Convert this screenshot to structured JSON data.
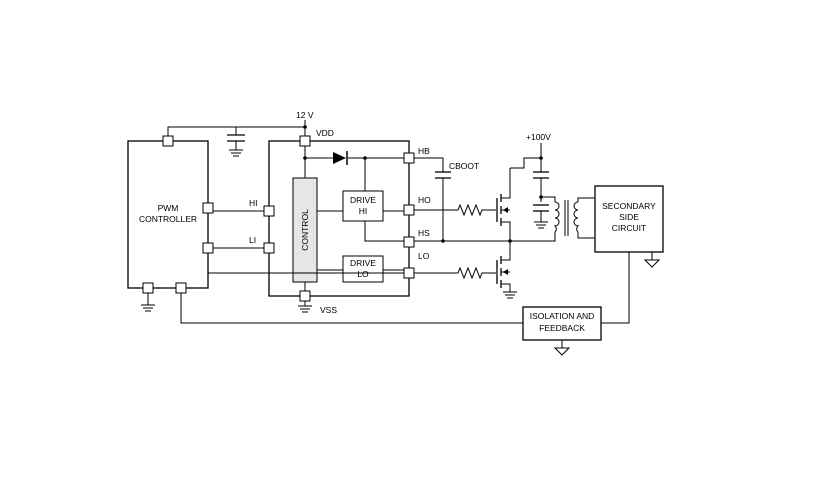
{
  "labels": {
    "supply_12v": "12 V",
    "vdd": "VDD",
    "vss": "VSS",
    "hb": "HB",
    "ho": "HO",
    "hs": "HS",
    "lo": "LO",
    "hi": "HI",
    "li": "LI",
    "cboot": "CBOOT",
    "supply_100v": "+100V",
    "pwm_line1": "PWM",
    "pwm_line2": "CONTROLLER",
    "control": "CONTROL",
    "drive_hi_line1": "DRIVE",
    "drive_hi_line2": "HI",
    "drive_lo_line1": "DRIVE",
    "drive_lo_line2": "LO",
    "secondary_line1": "SECONDARY",
    "secondary_line2": "SIDE",
    "secondary_line3": "CIRCUIT",
    "isolation_line1": "ISOLATION AND",
    "isolation_line2": "FEEDBACK"
  }
}
